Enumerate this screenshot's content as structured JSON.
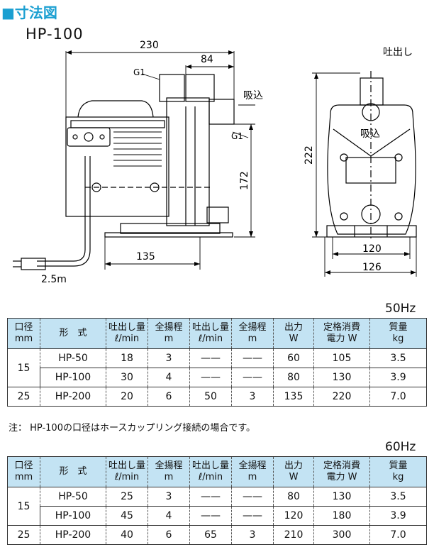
{
  "heading": "■寸法図",
  "model": "HP-100",
  "drawing": {
    "dims": {
      "width_230": "230",
      "width_84": "84",
      "height_172": "172",
      "width_135": "135",
      "cord_length": "2.5m",
      "height_222": "222",
      "width_120": "120",
      "width_126": "126"
    },
    "labels": {
      "g1_top": "G1",
      "g1_side": "G1",
      "suction": "吸込",
      "discharge": "吐出し",
      "front_suction": "吸込"
    }
  },
  "table_headers": [
    "口径\nmm",
    "形　式",
    "吐出し量\nℓ/min",
    "全揚程\nm",
    "吐出し量\nℓ/min",
    "全揚程\nm",
    "出力\nW",
    "定格消費\n電力 W",
    "質量\nkg"
  ],
  "freq_50": "50Hz",
  "table_50": [
    [
      "15",
      "HP-50",
      "18",
      "3",
      "——",
      "——",
      "60",
      "105",
      "3.5"
    ],
    [
      "",
      "HP-100",
      "30",
      "4",
      "——",
      "——",
      "80",
      "130",
      "3.9"
    ],
    [
      "25",
      "HP-200",
      "20",
      "6",
      "50",
      "3",
      "135",
      "220",
      "7.0"
    ]
  ],
  "note": "注：  HP-100の口径はホースカップリング接続の場合です。",
  "freq_60": "60Hz",
  "table_60": [
    [
      "15",
      "HP-50",
      "25",
      "3",
      "——",
      "——",
      "80",
      "130",
      "3.5"
    ],
    [
      "",
      "HP-100",
      "45",
      "4",
      "——",
      "——",
      "120",
      "180",
      "3.9"
    ],
    [
      "25",
      "HP-200",
      "40",
      "6",
      "65",
      "3",
      "210",
      "300",
      "7.0"
    ]
  ]
}
